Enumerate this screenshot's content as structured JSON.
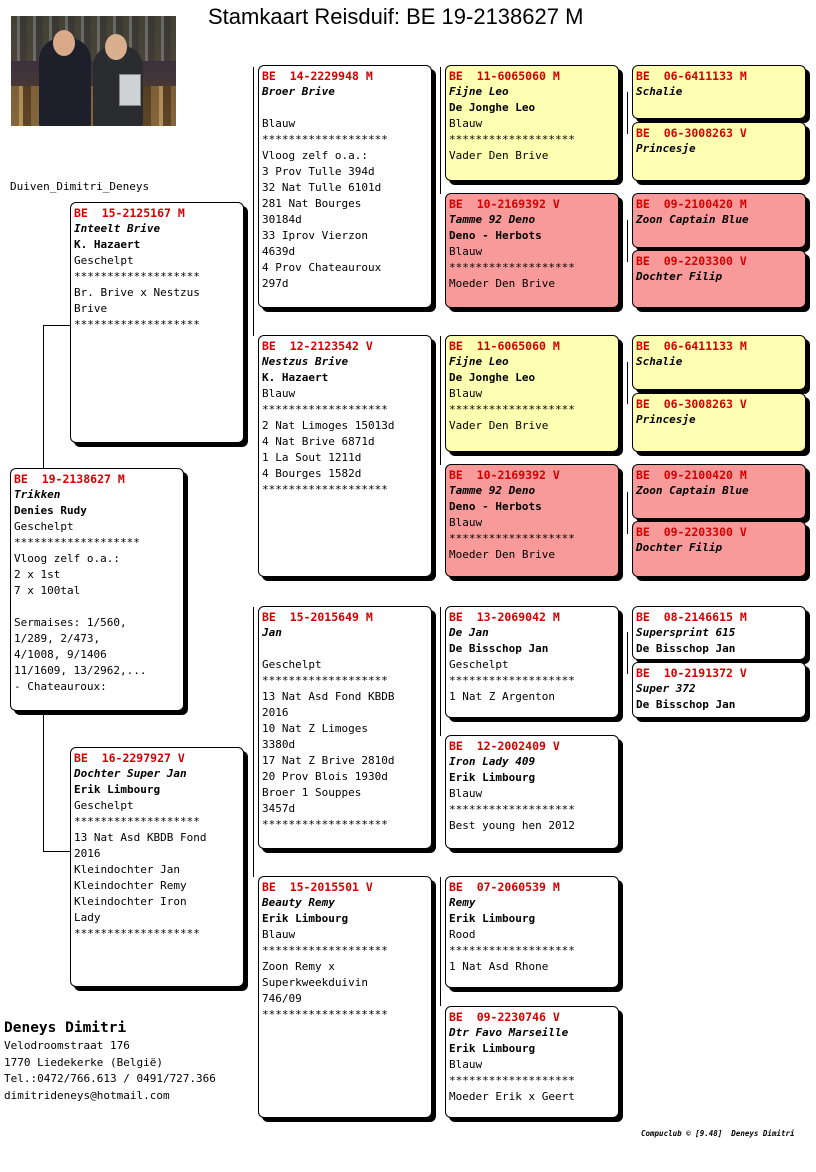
{
  "title": "Stamkaart Reisduif: BE  19-2138627 M",
  "owner_tag": "Duiven_Dimitri_Deneys",
  "footer": {
    "name": "Deneys Dimitri",
    "street": "Velodroomstraat 176",
    "city": "1770  Liedekerke (België)",
    "phone": "Tel.:0472/766.613 / 0491/727.366",
    "email": "dimitrideneys@hotmail.com"
  },
  "credit": "Compuclub © [9.48]  Deneys Dimitri",
  "pigeons": {
    "subject": {
      "ring": "BE  19-2138627 M",
      "lines": [
        {
          "t": "Trikken",
          "s": "nm"
        },
        {
          "t": "Denies Rudy",
          "s": "bd"
        },
        {
          "t": "Geschelpt",
          "s": ""
        },
        {
          "t": "*******************",
          "s": "dv"
        },
        {
          "t": "Vloog zelf o.a.:",
          "s": ""
        },
        {
          "t": "2 x 1st",
          "s": ""
        },
        {
          "t": "7 x 100tal",
          "s": ""
        },
        {
          "t": "",
          "s": ""
        },
        {
          "t": "Sermaises: 1/560,",
          "s": ""
        },
        {
          "t": "1/289, 2/473,",
          "s": ""
        },
        {
          "t": "4/1008, 9/1406",
          "s": ""
        },
        {
          "t": "11/1609, 13/2962,...",
          "s": ""
        },
        {
          "t": "- Chateauroux:",
          "s": ""
        }
      ]
    },
    "sire": {
      "ring": "BE  15-2125167 M",
      "lines": [
        {
          "t": "Inteelt Brive",
          "s": "nm"
        },
        {
          "t": "K. Hazaert",
          "s": "bd"
        },
        {
          "t": "Geschelpt",
          "s": ""
        },
        {
          "t": "*******************",
          "s": "dv"
        },
        {
          "t": "Br. Brive x Nestzus",
          "s": ""
        },
        {
          "t": "Brive",
          "s": ""
        },
        {
          "t": "*******************",
          "s": "dv"
        }
      ]
    },
    "dam": {
      "ring": "BE  16-2297927 V",
      "lines": [
        {
          "t": "Dochter Super Jan",
          "s": "nm"
        },
        {
          "t": "Erik Limbourg",
          "s": "bd"
        },
        {
          "t": "Geschelpt",
          "s": ""
        },
        {
          "t": "*******************",
          "s": "dv"
        },
        {
          "t": "13 Nat Asd KBDB Fond",
          "s": ""
        },
        {
          "t": "2016",
          "s": ""
        },
        {
          "t": "Kleindochter Jan",
          "s": ""
        },
        {
          "t": "Kleindochter Remy",
          "s": ""
        },
        {
          "t": "Kleindochter Iron",
          "s": ""
        },
        {
          "t": "Lady",
          "s": ""
        },
        {
          "t": "*******************",
          "s": "dv"
        }
      ]
    },
    "ss": {
      "ring": "BE  14-2229948 M",
      "lines": [
        {
          "t": "Broer Brive",
          "s": "nm"
        },
        {
          "t": "",
          "s": ""
        },
        {
          "t": "Blauw",
          "s": ""
        },
        {
          "t": "*******************",
          "s": "dv"
        },
        {
          "t": "Vloog zelf o.a.:",
          "s": ""
        },
        {
          "t": "3 Prov Tulle 394d",
          "s": ""
        },
        {
          "t": "32 Nat Tulle 6101d",
          "s": ""
        },
        {
          "t": "281 Nat Bourges",
          "s": ""
        },
        {
          "t": "30184d",
          "s": ""
        },
        {
          "t": "33 Iprov Vierzon",
          "s": ""
        },
        {
          "t": "4639d",
          "s": ""
        },
        {
          "t": "4 Prov Chateauroux",
          "s": ""
        },
        {
          "t": "297d",
          "s": ""
        }
      ]
    },
    "sd": {
      "ring": "BE  12-2123542 V",
      "lines": [
        {
          "t": "Nestzus Brive",
          "s": "nm"
        },
        {
          "t": "K. Hazaert",
          "s": "bd"
        },
        {
          "t": "Blauw",
          "s": ""
        },
        {
          "t": "*******************",
          "s": "dv"
        },
        {
          "t": "2 Nat Limoges 15013d",
          "s": ""
        },
        {
          "t": "4 Nat Brive 6871d",
          "s": ""
        },
        {
          "t": "1 La Sout 1211d",
          "s": ""
        },
        {
          "t": "4 Bourges 1582d",
          "s": ""
        },
        {
          "t": "*******************",
          "s": "dv"
        }
      ]
    },
    "ds": {
      "ring": "BE  15-2015649 M",
      "lines": [
        {
          "t": "Jan",
          "s": "nm"
        },
        {
          "t": "",
          "s": ""
        },
        {
          "t": "Geschelpt",
          "s": ""
        },
        {
          "t": "*******************",
          "s": "dv"
        },
        {
          "t": "13 Nat Asd Fond KBDB",
          "s": ""
        },
        {
          "t": "2016",
          "s": ""
        },
        {
          "t": "10 Nat Z Limoges",
          "s": ""
        },
        {
          "t": "3380d",
          "s": ""
        },
        {
          "t": "17 Nat Z Brive 2810d",
          "s": ""
        },
        {
          "t": "20 Prov Blois 1930d",
          "s": ""
        },
        {
          "t": "Broer 1 Souppes",
          "s": ""
        },
        {
          "t": "3457d",
          "s": ""
        },
        {
          "t": "*******************",
          "s": "dv"
        }
      ]
    },
    "dd": {
      "ring": "BE  15-2015501 V",
      "lines": [
        {
          "t": "Beauty Remy",
          "s": "nm"
        },
        {
          "t": "Erik Limbourg",
          "s": "bd"
        },
        {
          "t": "Blauw",
          "s": ""
        },
        {
          "t": "*******************",
          "s": "dv"
        },
        {
          "t": "Zoon Remy x",
          "s": ""
        },
        {
          "t": "Superkweekduivin",
          "s": ""
        },
        {
          "t": "746/09",
          "s": ""
        },
        {
          "t": "*******************",
          "s": "dv"
        }
      ]
    },
    "sss": {
      "ring": "BE  11-6065060 M",
      "lines": [
        {
          "t": "Fijne Leo",
          "s": "nm"
        },
        {
          "t": "De Jonghe Leo",
          "s": "bd"
        },
        {
          "t": "Blauw",
          "s": ""
        },
        {
          "t": "*******************",
          "s": "dv"
        },
        {
          "t": "Vader Den Brive",
          "s": ""
        }
      ]
    },
    "ssd": {
      "ring": "BE  10-2169392 V",
      "lines": [
        {
          "t": "Tamme 92 Deno",
          "s": "nm"
        },
        {
          "t": "Deno - Herbots",
          "s": "bd"
        },
        {
          "t": "Blauw",
          "s": ""
        },
        {
          "t": "*******************",
          "s": "dv"
        },
        {
          "t": "Moeder Den Brive",
          "s": ""
        }
      ]
    },
    "sds": {
      "ring": "BE  11-6065060 M",
      "lines": [
        {
          "t": "Fijne Leo",
          "s": "nm"
        },
        {
          "t": "De Jonghe Leo",
          "s": "bd"
        },
        {
          "t": "Blauw",
          "s": ""
        },
        {
          "t": "*******************",
          "s": "dv"
        },
        {
          "t": "Vader Den Brive",
          "s": ""
        }
      ]
    },
    "sdd": {
      "ring": "BE  10-2169392 V",
      "lines": [
        {
          "t": "Tamme 92 Deno",
          "s": "nm"
        },
        {
          "t": "Deno - Herbots",
          "s": "bd"
        },
        {
          "t": "Blauw",
          "s": ""
        },
        {
          "t": "*******************",
          "s": "dv"
        },
        {
          "t": "Moeder Den Brive",
          "s": ""
        }
      ]
    },
    "dss": {
      "ring": "BE  13-2069042 M",
      "lines": [
        {
          "t": "De Jan",
          "s": "nm"
        },
        {
          "t": "De Bisschop Jan",
          "s": "bd"
        },
        {
          "t": "Geschelpt",
          "s": ""
        },
        {
          "t": "*******************",
          "s": "dv"
        },
        {
          "t": "1 Nat Z Argenton",
          "s": ""
        }
      ]
    },
    "dsd": {
      "ring": "BE  12-2002409 V",
      "lines": [
        {
          "t": "Iron Lady 409",
          "s": "nm"
        },
        {
          "t": "Erik Limbourg",
          "s": "bd"
        },
        {
          "t": "Blauw",
          "s": ""
        },
        {
          "t": "*******************",
          "s": "dv"
        },
        {
          "t": "Best young hen 2012",
          "s": ""
        }
      ]
    },
    "dds": {
      "ring": "BE  07-2060539 M",
      "lines": [
        {
          "t": "Remy",
          "s": "nm"
        },
        {
          "t": "Erik Limbourg",
          "s": "bd"
        },
        {
          "t": "Rood",
          "s": ""
        },
        {
          "t": "*******************",
          "s": "dv"
        },
        {
          "t": "1 Nat Asd Rhone",
          "s": ""
        }
      ]
    },
    "ddd": {
      "ring": "BE  09-2230746 V",
      "lines": [
        {
          "t": "Dtr Favo Marseille",
          "s": "nm"
        },
        {
          "t": "Erik Limbourg",
          "s": "bd"
        },
        {
          "t": "Blauw",
          "s": ""
        },
        {
          "t": "*******************",
          "s": "dv"
        },
        {
          "t": "Moeder Erik x Geert",
          "s": ""
        }
      ]
    },
    "ssss": {
      "ring": "BE  06-6411133 M",
      "lines": [
        {
          "t": "Schalie",
          "s": "nm"
        }
      ]
    },
    "sssd": {
      "ring": "BE  06-3008263 V",
      "lines": [
        {
          "t": "Princesje",
          "s": "nm"
        }
      ]
    },
    "ssds": {
      "ring": "BE  09-2100420 M",
      "lines": [
        {
          "t": "Zoon Captain Blue",
          "s": "nm"
        }
      ]
    },
    "ssdd": {
      "ring": "BE  09-2203300 V",
      "lines": [
        {
          "t": "Dochter Filip",
          "s": "nm"
        }
      ]
    },
    "sdss": {
      "ring": "BE  06-6411133 M",
      "lines": [
        {
          "t": "Schalie",
          "s": "nm"
        }
      ]
    },
    "sdsd": {
      "ring": "BE  06-3008263 V",
      "lines": [
        {
          "t": "Princesje",
          "s": "nm"
        }
      ]
    },
    "sdds": {
      "ring": "BE  09-2100420 M",
      "lines": [
        {
          "t": "Zoon Captain Blue",
          "s": "nm"
        }
      ]
    },
    "sddd": {
      "ring": "BE  09-2203300 V",
      "lines": [
        {
          "t": "Dochter Filip",
          "s": "nm"
        }
      ]
    },
    "dsss": {
      "ring": "BE  08-2146615 M",
      "lines": [
        {
          "t": "Supersprint 615",
          "s": "nm"
        },
        {
          "t": "De Bisschop Jan",
          "s": "bd"
        }
      ]
    },
    "dssd": {
      "ring": "BE  10-2191372 V",
      "lines": [
        {
          "t": "Super 372",
          "s": "nm"
        },
        {
          "t": "De Bisschop Jan",
          "s": "bd"
        }
      ]
    }
  },
  "colors": {
    "ring": "#d40000",
    "sire_line_fill": "#ffffb2",
    "dam_line_fill": "#f89a9a"
  }
}
